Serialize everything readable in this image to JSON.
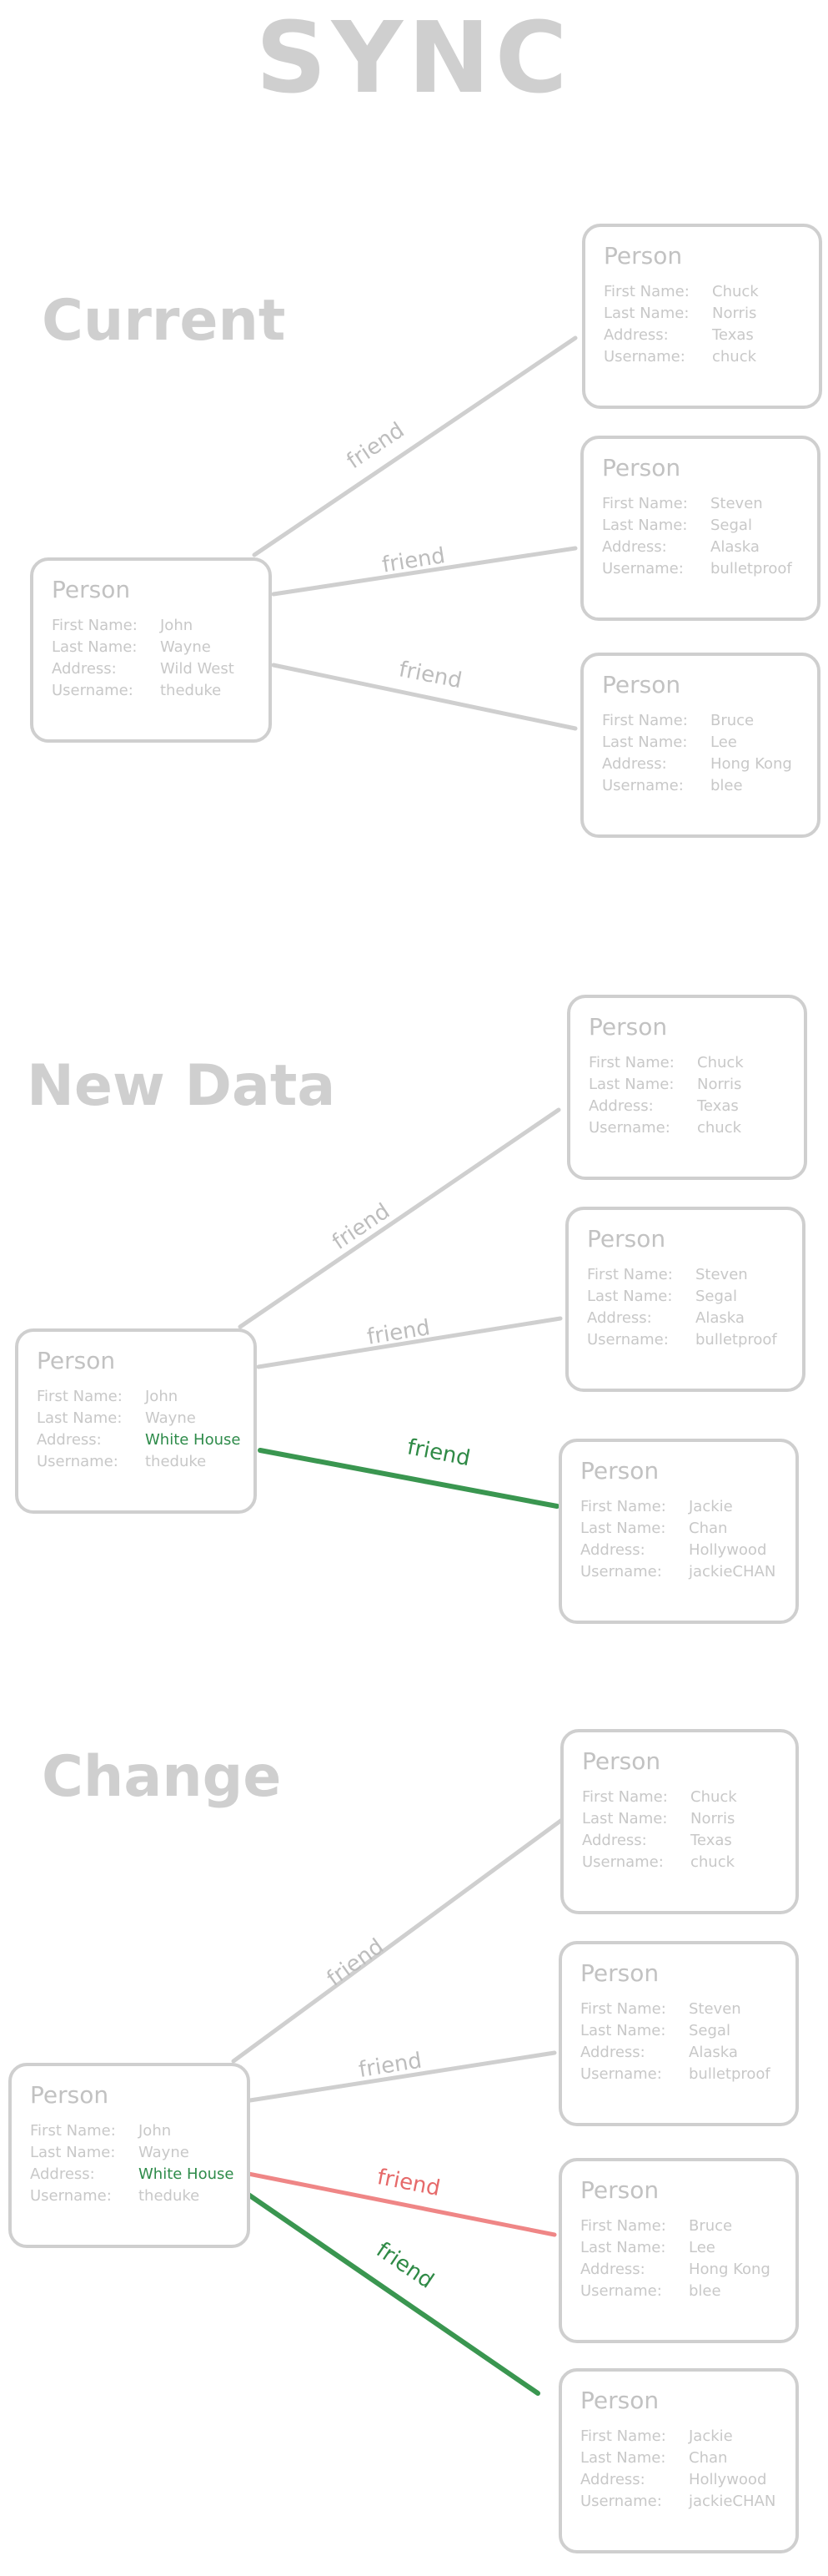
{
  "title": "SYNC",
  "labels": {
    "first_name": "First Name:",
    "last_name": "Last Name:",
    "address": "Address:",
    "username": "Username:"
  },
  "colors": {
    "default_line": "#cfcfcf",
    "added_line": "#3a9650",
    "removed_line": "#ef8686",
    "default_label": "#bdbdbd",
    "added_label": "#2f8a46",
    "removed_label": "#e66a6a"
  },
  "sections": [
    {
      "name": "Current",
      "source": {
        "type": "Person",
        "first_name": "John",
        "last_name": "Wayne",
        "address": "Wild West",
        "username": "theduke"
      },
      "friends": [
        {
          "type": "Person",
          "first_name": "Chuck",
          "last_name": "Norris",
          "address": "Texas",
          "username": "chuck",
          "relation": "friend",
          "status": "unchanged"
        },
        {
          "type": "Person",
          "first_name": "Steven",
          "last_name": "Segal",
          "address": "Alaska",
          "username": "bulletproof",
          "relation": "friend",
          "status": "unchanged"
        },
        {
          "type": "Person",
          "first_name": "Bruce",
          "last_name": "Lee",
          "address": "Hong Kong",
          "username": "blee",
          "relation": "friend",
          "status": "unchanged"
        }
      ]
    },
    {
      "name": "New Data",
      "source": {
        "type": "Person",
        "first_name": "John",
        "last_name": "Wayne",
        "address": "White House",
        "address_changed": true,
        "username": "theduke"
      },
      "friends": [
        {
          "type": "Person",
          "first_name": "Chuck",
          "last_name": "Norris",
          "address": "Texas",
          "username": "chuck",
          "relation": "friend",
          "status": "unchanged"
        },
        {
          "type": "Person",
          "first_name": "Steven",
          "last_name": "Segal",
          "address": "Alaska",
          "username": "bulletproof",
          "relation": "friend",
          "status": "unchanged"
        },
        {
          "type": "Person",
          "first_name": "Jackie",
          "last_name": "Chan",
          "address": "Hollywood",
          "username": "jackieCHAN",
          "relation": "friend",
          "status": "added"
        }
      ]
    },
    {
      "name": "Change",
      "source": {
        "type": "Person",
        "first_name": "John",
        "last_name": "Wayne",
        "address": "White House",
        "address_changed": true,
        "username": "theduke"
      },
      "friends": [
        {
          "type": "Person",
          "first_name": "Chuck",
          "last_name": "Norris",
          "address": "Texas",
          "username": "chuck",
          "relation": "friend",
          "status": "unchanged"
        },
        {
          "type": "Person",
          "first_name": "Steven",
          "last_name": "Segal",
          "address": "Alaska",
          "username": "bulletproof",
          "relation": "friend",
          "status": "unchanged"
        },
        {
          "type": "Person",
          "first_name": "Bruce",
          "last_name": "Lee",
          "address": "Hong Kong",
          "username": "blee",
          "relation": "friend",
          "status": "removed"
        },
        {
          "type": "Person",
          "first_name": "Jackie",
          "last_name": "Chan",
          "address": "Hollywood",
          "username": "jackieCHAN",
          "relation": "friend",
          "status": "added"
        }
      ]
    }
  ]
}
